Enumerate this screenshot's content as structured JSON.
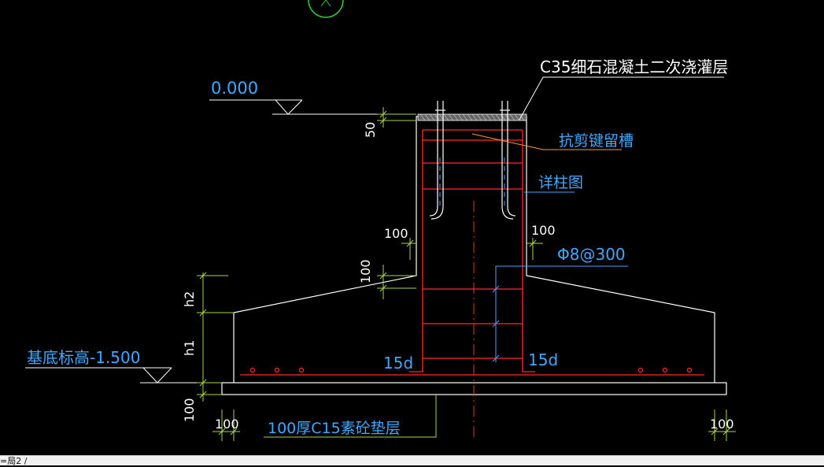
{
  "labels": {
    "concrete_layer": "C35细石混凝土二次浇灌层",
    "elevation_zero": "0.000",
    "shear_key": "抗剪键留槽",
    "column_detail": "详柱图",
    "rebar_spacing": "Φ8@300",
    "base_elevation": "基底标高-1.500",
    "cushion": "100厚C15素砼垫层",
    "dim_50": "50",
    "dim_100_left": "100",
    "dim_100_right": "100",
    "dim_100_vert": "100",
    "dim_h2": "h2",
    "dim_h1": "h1",
    "dim_100_bottom_vert": "100",
    "dim_100_bottom_left": "100",
    "dim_100_bottom_right": "100",
    "anchor_left": "15d",
    "anchor_right": "15d"
  },
  "status_bar": {
    "text": "=局2  /"
  },
  "colors": {
    "background": "#000000",
    "line": "#ffffff",
    "rebar": "#ff2a2a",
    "text": "#3fa9ff",
    "dim": "#a8d64a",
    "leader": "#ff9933",
    "circle": "#33cc33"
  }
}
